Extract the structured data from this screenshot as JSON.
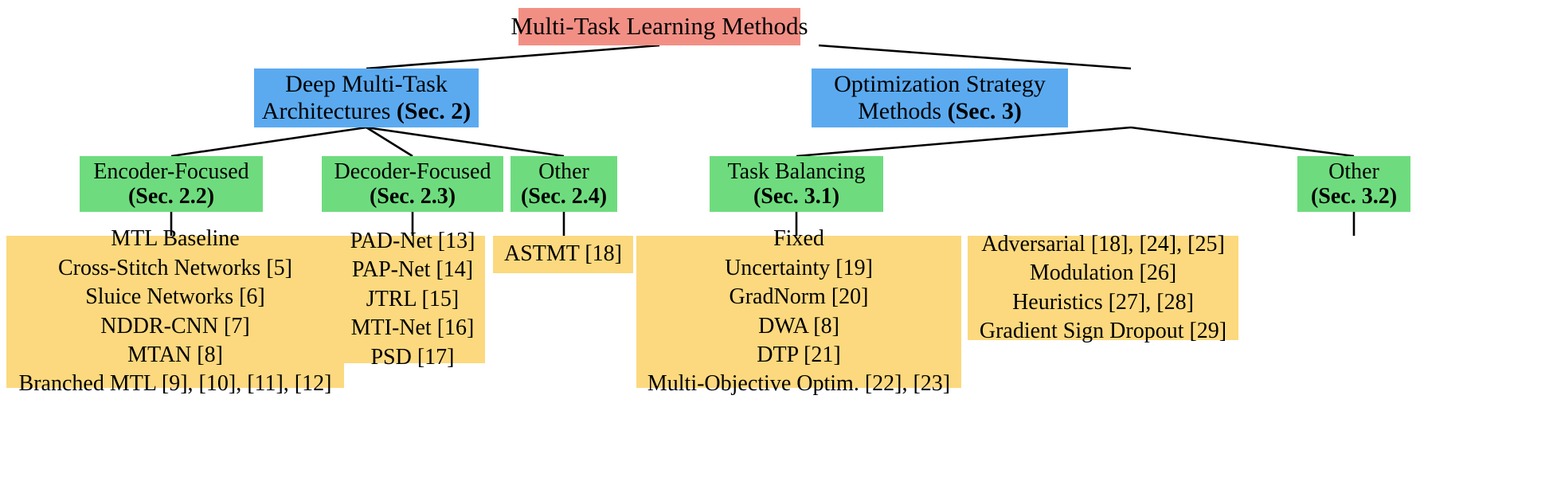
{
  "diagram": {
    "title": "Multi-Task Learning Methods taxonomy",
    "colors": {
      "root": "#F28F85",
      "level2": "#5BAAF0",
      "level3": "#6EDC7E",
      "leaf": "#FCD97E",
      "edge": "#000000",
      "background": "#FFFFFF"
    },
    "root": {
      "label": "Multi-Task Learning Methods"
    },
    "branches": [
      {
        "id": "deep-architectures",
        "line1": "Deep Multi-Task",
        "line2": "Architectures",
        "section": "(Sec. 2)"
      },
      {
        "id": "optimization-strategy",
        "line1": "Optimization Strategy",
        "line2": "Methods",
        "section": "(Sec. 3)"
      }
    ],
    "categories": [
      {
        "id": "encoder-focused",
        "label": "Encoder-Focused",
        "section": "(Sec. 2.2)"
      },
      {
        "id": "decoder-focused",
        "label": "Decoder-Focused",
        "section": "(Sec. 2.3)"
      },
      {
        "id": "other-architectures",
        "label": "Other",
        "section": "(Sec. 2.4)"
      },
      {
        "id": "task-balancing",
        "label": "Task Balancing",
        "section": "(Sec. 3.1)"
      },
      {
        "id": "other-optimization",
        "label": "Other",
        "section": "(Sec. 3.2)"
      }
    ],
    "leaves": [
      {
        "id": "encoder-methods",
        "items": [
          "MTL Baseline",
          "Cross-Stitch Networks [5]",
          "Sluice Networks [6]",
          "NDDR-CNN [7]",
          "MTAN [8]",
          "Branched MTL [9], [10], [11], [12]"
        ]
      },
      {
        "id": "decoder-methods",
        "items": [
          "PAD-Net [13]",
          "PAP-Net [14]",
          "JTRL [15]",
          "MTI-Net [16]",
          "PSD [17]"
        ]
      },
      {
        "id": "other-architecture-methods",
        "items": [
          "ASTMT [18]"
        ]
      },
      {
        "id": "task-balancing-methods",
        "items": [
          "Fixed",
          "Uncertainty [19]",
          "GradNorm [20]",
          "DWA [8]",
          "DTP [21]",
          "Multi-Objective Optim. [22], [23]"
        ]
      },
      {
        "id": "other-optimization-methods",
        "items": [
          "Adversarial [18], [24], [25]",
          "Modulation [26]",
          "Heuristics [27], [28]",
          "Gradient Sign Dropout [29]"
        ]
      }
    ]
  }
}
